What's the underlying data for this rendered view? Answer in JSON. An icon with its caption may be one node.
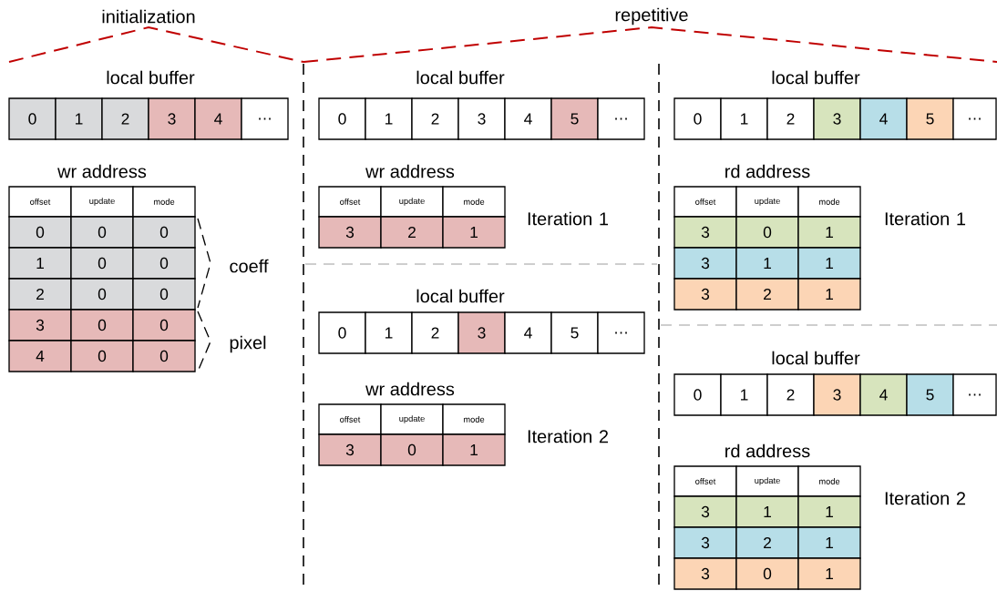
{
  "diagram": {
    "labels": [
      "initialization",
      "repetitive",
      "local buffer",
      "0",
      "1",
      "2",
      "3",
      "4",
      "…",
      "wr address",
      "offset",
      "update",
      "mode",
      "0",
      "0",
      "0",
      "1",
      "0",
      "0",
      "2",
      "0",
      "0",
      "3",
      "0",
      "0",
      "4",
      "0",
      "0",
      "coeff",
      "pixel",
      "local buffer",
      "0",
      "1",
      "2",
      "3",
      "4",
      "5",
      "…",
      "wr address",
      "offset",
      "update",
      "mode",
      "3",
      "2",
      "1",
      "Iteration 1",
      "local buffer",
      "0",
      "1",
      "2",
      "3",
      "4",
      "5",
      "…",
      "wr address",
      "offset",
      "update",
      "mode",
      "3",
      "0",
      "1",
      "Iteration 2",
      "local buffer",
      "0",
      "1",
      "2",
      "3",
      "4",
      "5",
      "…",
      "rd address",
      "offset",
      "update",
      "mode",
      "3",
      "0",
      "1",
      "3",
      "1",
      "1",
      "3",
      "2",
      "1",
      "Iteration 1",
      "local buffer",
      "0",
      "1",
      "2",
      "3",
      "4",
      "5",
      "…",
      "rd address",
      "offset",
      "update",
      "mode",
      "3",
      "1",
      "1",
      "3",
      "2",
      "1",
      "3",
      "0",
      "1",
      "Iteration 2"
    ]
  }
}
